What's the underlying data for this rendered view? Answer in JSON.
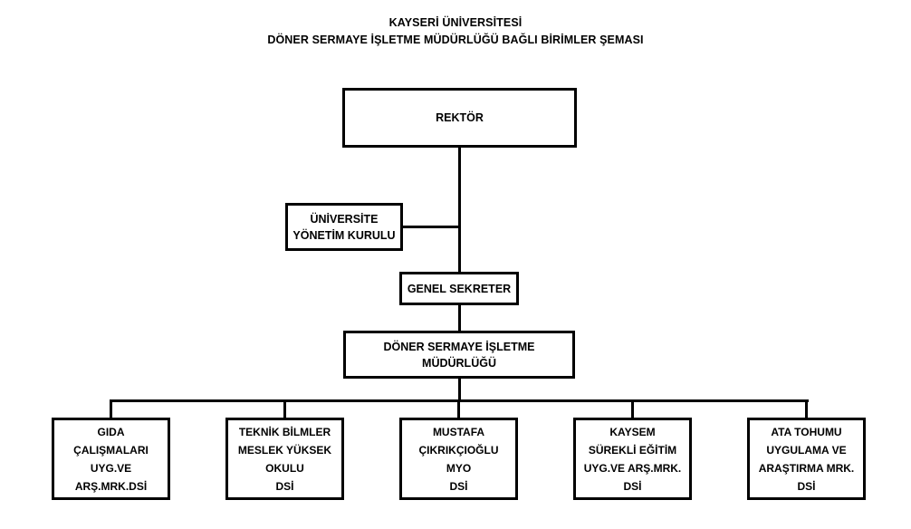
{
  "title": {
    "line1": "KAYSERİ ÜNİVERSİTESİ",
    "line2": "DÖNER SERMAYE İŞLETME MÜDÜRLÜĞÜ BAĞLI BİRİMLER ŞEMASI"
  },
  "colors": {
    "background": "#ffffff",
    "line": "#000000",
    "text": "#000000"
  },
  "chart_data": {
    "type": "diagram",
    "diagram_type": "organizational-chart",
    "title": "KAYSERİ ÜNİVERSİTESİ DÖNER SERMAYE İŞLETME MÜDÜRLÜĞÜ BAĞLI BİRİMLER ŞEMASI",
    "orientation": "top-down",
    "levels": 4,
    "nodes": [
      {
        "id": "rektor",
        "level": 0,
        "lines": [
          "REKTÖR"
        ]
      },
      {
        "id": "yonetim",
        "level": 1,
        "lines": [
          "ÜNİVERSİTE",
          "YÖNETİM KURULU"
        ],
        "attachment": "side-branch"
      },
      {
        "id": "sekreter",
        "level": 2,
        "lines": [
          "GENEL SEKRETER"
        ]
      },
      {
        "id": "doner",
        "level": 3,
        "lines": [
          "DÖNER SERMAYE İŞLETME",
          "MÜDÜRLÜĞÜ"
        ]
      }
    ],
    "leaves": [
      {
        "id": "gida",
        "lines": [
          "GIDA",
          "ÇALIŞMALARI",
          "UYG.VE",
          "ARŞ.MRK.DSİ"
        ]
      },
      {
        "id": "teknik",
        "lines": [
          "TEKNİK BİLMLER",
          "MESLEK YÜKSEK",
          "OKULU",
          "DSİ"
        ]
      },
      {
        "id": "mustafa",
        "lines": [
          "MUSTAFA",
          "ÇIKRIKÇIOĞLU",
          "MYO",
          "DSİ"
        ]
      },
      {
        "id": "kaysem",
        "lines": [
          "KAYSEM",
          "SÜREKLİ EĞİTİM",
          "UYG.VE ARŞ.MRK.",
          "DSİ"
        ]
      },
      {
        "id": "ata",
        "lines": [
          "ATA TOHUMU",
          "UYGULAMA VE",
          "ARAŞTIRMA MRK.",
          "DSİ"
        ]
      }
    ],
    "edges": [
      {
        "from": "rektor",
        "to": "yonetim"
      },
      {
        "from": "rektor",
        "to": "sekreter"
      },
      {
        "from": "sekreter",
        "to": "doner"
      },
      {
        "from": "doner",
        "to": "gida"
      },
      {
        "from": "doner",
        "to": "teknik"
      },
      {
        "from": "doner",
        "to": "mustafa"
      },
      {
        "from": "doner",
        "to": "kaysem"
      },
      {
        "from": "doner",
        "to": "ata"
      }
    ]
  }
}
